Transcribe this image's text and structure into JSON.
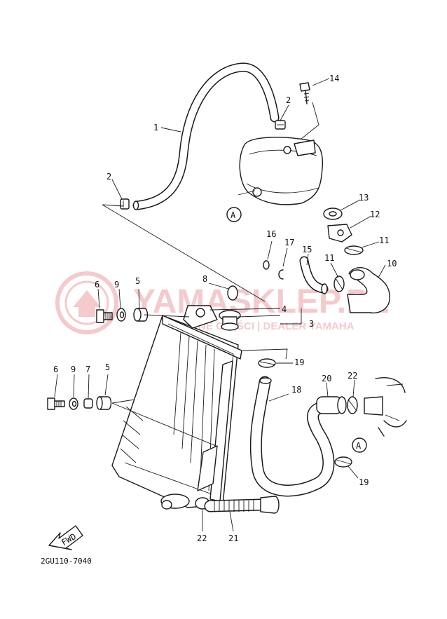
{
  "watermark": {
    "brand": "YAMASKLEP.PL",
    "tagline": "WOLNE CZĘŚCI | DEALER YAMAHA",
    "color": "#d9434b"
  },
  "reference_code": "2GU110-7040",
  "fwd_label": "FWD",
  "callout_circle_label": "A",
  "callouts": [
    {
      "id": "c1",
      "text": "1"
    },
    {
      "id": "c2a",
      "text": "2"
    },
    {
      "id": "c2b",
      "text": "2"
    },
    {
      "id": "c14",
      "text": "14"
    },
    {
      "id": "c13",
      "text": "13"
    },
    {
      "id": "c12",
      "text": "12"
    },
    {
      "id": "c11a",
      "text": "11"
    },
    {
      "id": "c11b",
      "text": "11"
    },
    {
      "id": "c10",
      "text": "10"
    },
    {
      "id": "c15",
      "text": "15"
    },
    {
      "id": "c16",
      "text": "16"
    },
    {
      "id": "c17",
      "text": "17"
    },
    {
      "id": "c8",
      "text": "8"
    },
    {
      "id": "c4",
      "text": "4"
    },
    {
      "id": "c3",
      "text": "3"
    },
    {
      "id": "c6a",
      "text": "6"
    },
    {
      "id": "c9a",
      "text": "9"
    },
    {
      "id": "c5a",
      "text": "5"
    },
    {
      "id": "c6b",
      "text": "6"
    },
    {
      "id": "c9b",
      "text": "9"
    },
    {
      "id": "c7",
      "text": "7"
    },
    {
      "id": "c5b",
      "text": "5"
    },
    {
      "id": "c19a",
      "text": "19"
    },
    {
      "id": "c18",
      "text": "18"
    },
    {
      "id": "c20",
      "text": "20"
    },
    {
      "id": "c22a",
      "text": "22"
    },
    {
      "id": "c19b",
      "text": "19"
    },
    {
      "id": "c22b",
      "text": "22"
    },
    {
      "id": "c21",
      "text": "21"
    }
  ]
}
